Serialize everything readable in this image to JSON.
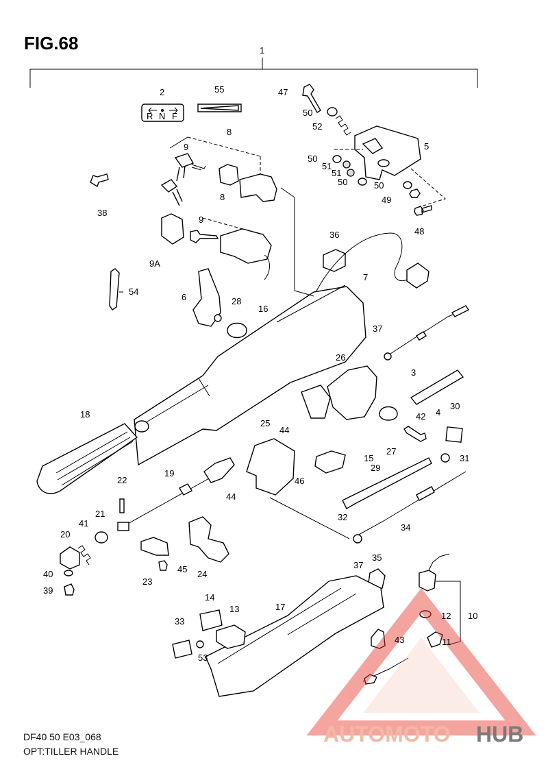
{
  "figure": {
    "title": "FIG.68",
    "code": "DF40 50 E03_068",
    "description": "OPT:TILLER HANDLE"
  },
  "shift_plate_letters": [
    "R",
    "N",
    "F"
  ],
  "callouts": [
    "1",
    "2",
    "55",
    "47",
    "50",
    "52",
    "5",
    "50",
    "51",
    "51",
    "50",
    "50",
    "49",
    "48",
    "8",
    "9",
    "38",
    "8",
    "9",
    "9A",
    "36",
    "7",
    "54",
    "6",
    "28",
    "16",
    "37",
    "3",
    "26",
    "18",
    "44",
    "30",
    "42",
    "4",
    "25",
    "27",
    "15",
    "31",
    "22",
    "19",
    "29",
    "46",
    "44",
    "32",
    "21",
    "20",
    "41",
    "34",
    "40",
    "45",
    "24",
    "23",
    "37",
    "35",
    "39",
    "14",
    "17",
    "13",
    "10",
    "12",
    "33",
    "43",
    "11",
    "53"
  ],
  "watermark": {
    "brand_a": "AUTOMOTO",
    "brand_b": "HUB",
    "colors": {
      "primary": "#e8382c",
      "secondary": "#f2b9a6",
      "dark": "#333333"
    }
  }
}
